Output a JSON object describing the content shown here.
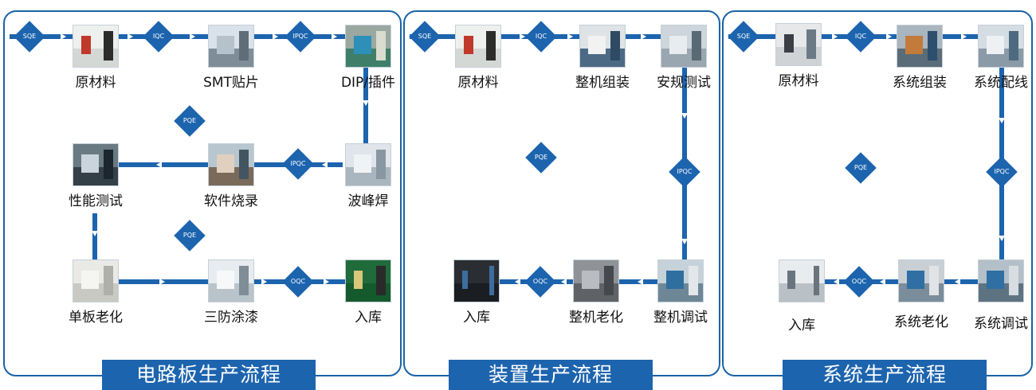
{
  "panels": [
    {
      "title": "电路板生产流程",
      "nodes": [
        {
          "label": "原材料"
        },
        {
          "label": "SMT贴片"
        },
        {
          "label": "DIP/插件"
        },
        {
          "label": "性能测试"
        },
        {
          "label": "软件烧录"
        },
        {
          "label": "波峰焊"
        },
        {
          "label": "单板老化"
        },
        {
          "label": "三防涂漆"
        },
        {
          "label": "入库"
        }
      ],
      "gates": [
        "SQE",
        "IQC",
        "IPQC",
        "PQE",
        "IPQC",
        "PQE",
        "OQC"
      ]
    },
    {
      "title": "装置生产流程",
      "nodes": [
        {
          "label": "原材料"
        },
        {
          "label": "整机组装"
        },
        {
          "label": "安规测试"
        },
        {
          "label": "入库"
        },
        {
          "label": "整机老化"
        },
        {
          "label": "整机调试"
        }
      ],
      "gates": [
        "SQE",
        "IQC",
        "PQE",
        "IPQC",
        "OQC"
      ]
    },
    {
      "title": "系统生产流程",
      "nodes": [
        {
          "label": "原材料"
        },
        {
          "label": "系统组装"
        },
        {
          "label": "系统配线"
        },
        {
          "label": "入库"
        },
        {
          "label": "系统老化"
        },
        {
          "label": "系统调试"
        }
      ],
      "gates": [
        "SQE",
        "IQC",
        "PQE",
        "IPQC",
        "OQC"
      ]
    }
  ]
}
